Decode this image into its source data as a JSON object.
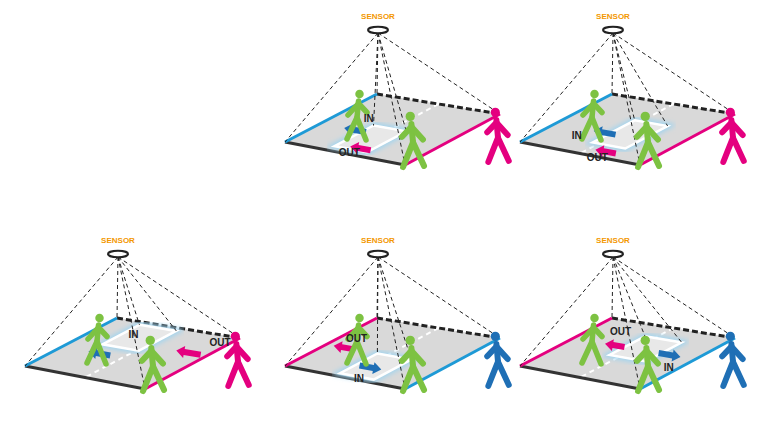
{
  "diagram": {
    "labels": [
      "SENSOR",
      "IN",
      "OUT",
      "SENSOR",
      "IN",
      "OUT",
      "SENSOR",
      "IN",
      "OUT",
      "SENSOR",
      "OUT",
      "IN",
      "SENSOR",
      "OUT",
      "IN"
    ]
  }
}
